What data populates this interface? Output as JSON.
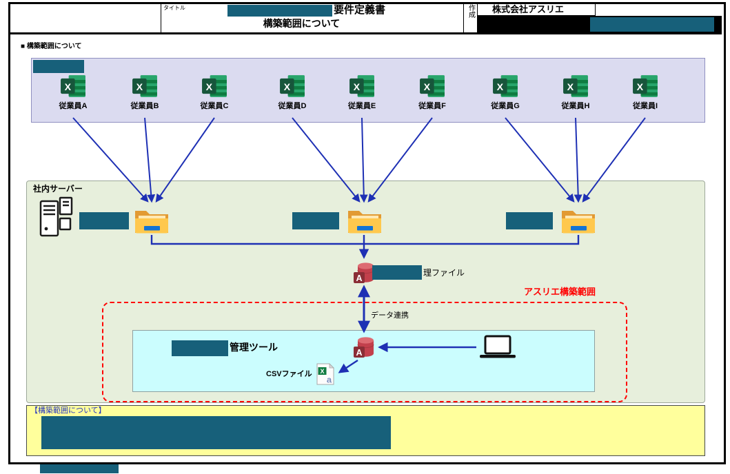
{
  "header": {
    "title_label": "タイトル",
    "doc_title": "要件定義書",
    "doc_subtitle": "構築範囲について",
    "created_label": "作成",
    "company": "株式会社アスリエ"
  },
  "section_heading": "■ 構築範囲について",
  "employees": {
    "labels": [
      "従業員A",
      "従業員B",
      "従業員C",
      "従業員D",
      "従業員E",
      "従業員F",
      "従業員G",
      "従業員H",
      "従業員I"
    ]
  },
  "server": {
    "label": "社内サーバー",
    "management_file_label": "理ファイル"
  },
  "scope": {
    "label": "アスリエ構築範囲",
    "data_link_label": "データ連携",
    "tool_label": "管理ツール",
    "csv_label": "CSVファイル"
  },
  "note": {
    "heading": "【構築範囲について】"
  },
  "icons": {
    "excel": "excel-file-icon",
    "folder": "folder-icon",
    "server": "server-tower-icon",
    "access": "access-database-icon",
    "laptop": "laptop-icon",
    "csv": "csv-file-icon",
    "excel_letter": "X",
    "access_letter": "A",
    "csv_letter": "a"
  },
  "colors": {
    "redaction": "#17607A",
    "arrow_blue": "#1E30B4",
    "scope_red": "#FF0000",
    "employees_box_bg": "#DBDBF0",
    "server_box_bg": "#E7EFDC",
    "tool_box_bg": "#CBFDFE",
    "note_box_bg": "#FFFF9C",
    "note_heading_blue": "#2433C0"
  }
}
